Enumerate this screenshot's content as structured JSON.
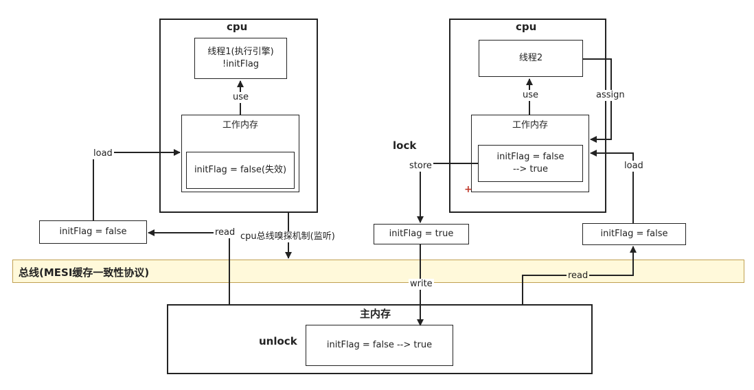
{
  "cpu1": {
    "title": "cpu",
    "thread_line1": "线程1(执行引擎)",
    "thread_line2": "!initFlag",
    "working_memory_title": "工作内存",
    "working_memory_value": "initFlag = false(失效)"
  },
  "cpu2": {
    "title": "cpu",
    "thread": "线程2",
    "working_memory_title": "工作内存",
    "working_memory_line1": "initFlag = false",
    "working_memory_line2": "--> true",
    "marker": "+"
  },
  "left_value": "initFlag = false",
  "middle_value": "initFlag = true",
  "right_value": "initFlag = false",
  "labels": {
    "load_left": "load",
    "use_left": "use",
    "read_left": "read",
    "snoop": "cpu总线嗅探机制(监听)",
    "lock": "lock",
    "store": "store",
    "use_right": "use",
    "assign": "assign",
    "load_right": "load",
    "write": "write",
    "read_right": "read",
    "unlock": "unlock"
  },
  "bus": {
    "label": "总线(MESI缓存一致性协议)",
    "color": "#fff9da"
  },
  "main_memory": {
    "title": "主内存",
    "value": "initFlag = false --> true"
  }
}
